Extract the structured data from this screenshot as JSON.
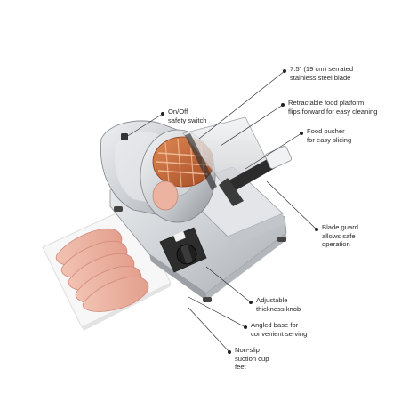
{
  "callouts": [
    {
      "id": "blade",
      "lines": [
        "7.5\" (19 cm) serrated",
        "stainless steel blade"
      ]
    },
    {
      "id": "switch",
      "lines": [
        "On/Off",
        "safety switch"
      ]
    },
    {
      "id": "platform",
      "lines": [
        "Retractable food platform",
        "flips forward for easy cleaning"
      ]
    },
    {
      "id": "pusher",
      "lines": [
        "Food pusher",
        "for easy slicing"
      ]
    },
    {
      "id": "guard",
      "lines": [
        "Blade guard",
        "allows safe",
        "operation"
      ]
    },
    {
      "id": "knob",
      "lines": [
        "Adjustable",
        "thickness knob"
      ]
    },
    {
      "id": "base",
      "lines": [
        "Angled base for",
        "convenient serving"
      ]
    },
    {
      "id": "feet",
      "lines": [
        "Non-slip",
        "suction cup",
        "feet"
      ]
    }
  ],
  "colors": {
    "leader_line": "#333333",
    "slicer_body": "#d5d7da",
    "ham": "#c96a3c",
    "meat_slices": "#e9b2a2",
    "tray": "#fbfbfb"
  },
  "icons": [
    "power-switch-icon"
  ]
}
